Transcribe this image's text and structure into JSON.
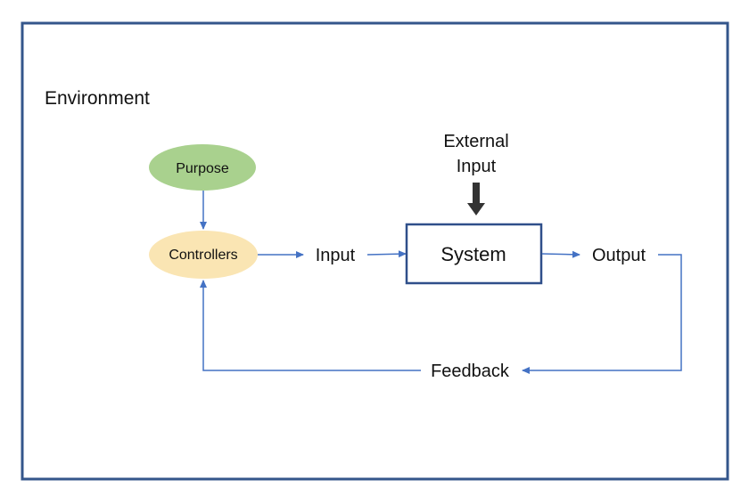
{
  "diagram": {
    "environment_label": "Environment",
    "purpose_label": "Purpose",
    "controllers_label": "Controllers",
    "input_label": "Input",
    "system_label": "System",
    "output_label": "Output",
    "feedback_label": "Feedback",
    "external_input_line1": "External",
    "external_input_line2": "Input"
  },
  "colors": {
    "frame": "#34568b",
    "purpose_fill": "#a9d18e",
    "controllers_fill": "#fae5b3",
    "arrow": "#4472c4",
    "system_border": "#2f4f8a",
    "external_arrow": "#333333",
    "text": "#111111"
  }
}
